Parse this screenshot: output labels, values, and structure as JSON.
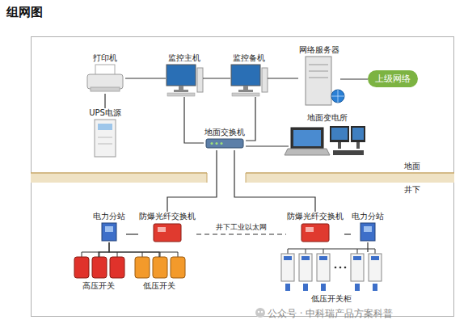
{
  "diagram": {
    "title": "组网图",
    "nodes": [
      {
        "text": [
          "打印机"
        ]
      },
      {
        "text": [
          "监控主机"
        ]
      },
      {
        "text": [
          "监控备机"
        ]
      },
      {
        "text": [
          "网络服务器"
        ]
      },
      {
        "text": [
          "上级网络"
        ]
      },
      {
        "text": [
          "UPS电源"
        ]
      },
      {
        "text": [
          "地面交换机"
        ]
      },
      {
        "text": [
          "地面变电所"
        ]
      },
      {
        "text": [
          "电力分站"
        ]
      },
      {
        "text": [
          "防爆光纤交换机"
        ]
      },
      {
        "text": [
          "防爆光纤交换机"
        ]
      },
      {
        "text": [
          "电力分站"
        ]
      },
      {
        "text": [
          "高压开关"
        ]
      },
      {
        "text": [
          "低压开关"
        ]
      },
      {
        "text": [
          "低压开关柜"
        ]
      }
    ],
    "edges": [
      {
        "from": 0,
        "to": 1,
        "arrow": "none"
      },
      {
        "from": 1,
        "to": 2,
        "arrow": "none"
      },
      {
        "from": 2,
        "to": 3,
        "arrow": "none"
      },
      {
        "from": 3,
        "to": 4,
        "arrow": "none"
      },
      {
        "from": 0,
        "to": 5,
        "arrow": "none"
      },
      {
        "from": 1,
        "to": 6,
        "arrow": "none"
      },
      {
        "from": 2,
        "to": 6,
        "arrow": "none"
      },
      {
        "from": 6,
        "to": 7,
        "arrow": "none"
      },
      {
        "from": 6,
        "to": 9,
        "arrow": "none"
      },
      {
        "from": 6,
        "to": 10,
        "arrow": "none"
      },
      {
        "from": 9,
        "to": 10,
        "label": "井下工业以太网",
        "arrow": "none"
      },
      {
        "from": 9,
        "to": 8,
        "arrow": "none"
      },
      {
        "from": 10,
        "to": 11,
        "arrow": "none"
      },
      {
        "from": 8,
        "to": 12,
        "arrow": "none"
      },
      {
        "from": 8,
        "to": 13,
        "arrow": "none"
      },
      {
        "from": 11,
        "to": 14,
        "arrow": "none"
      }
    ],
    "labels": [
      "地面",
      "井下",
      "公众号 · 中科瑞产品方案科普"
    ]
  }
}
